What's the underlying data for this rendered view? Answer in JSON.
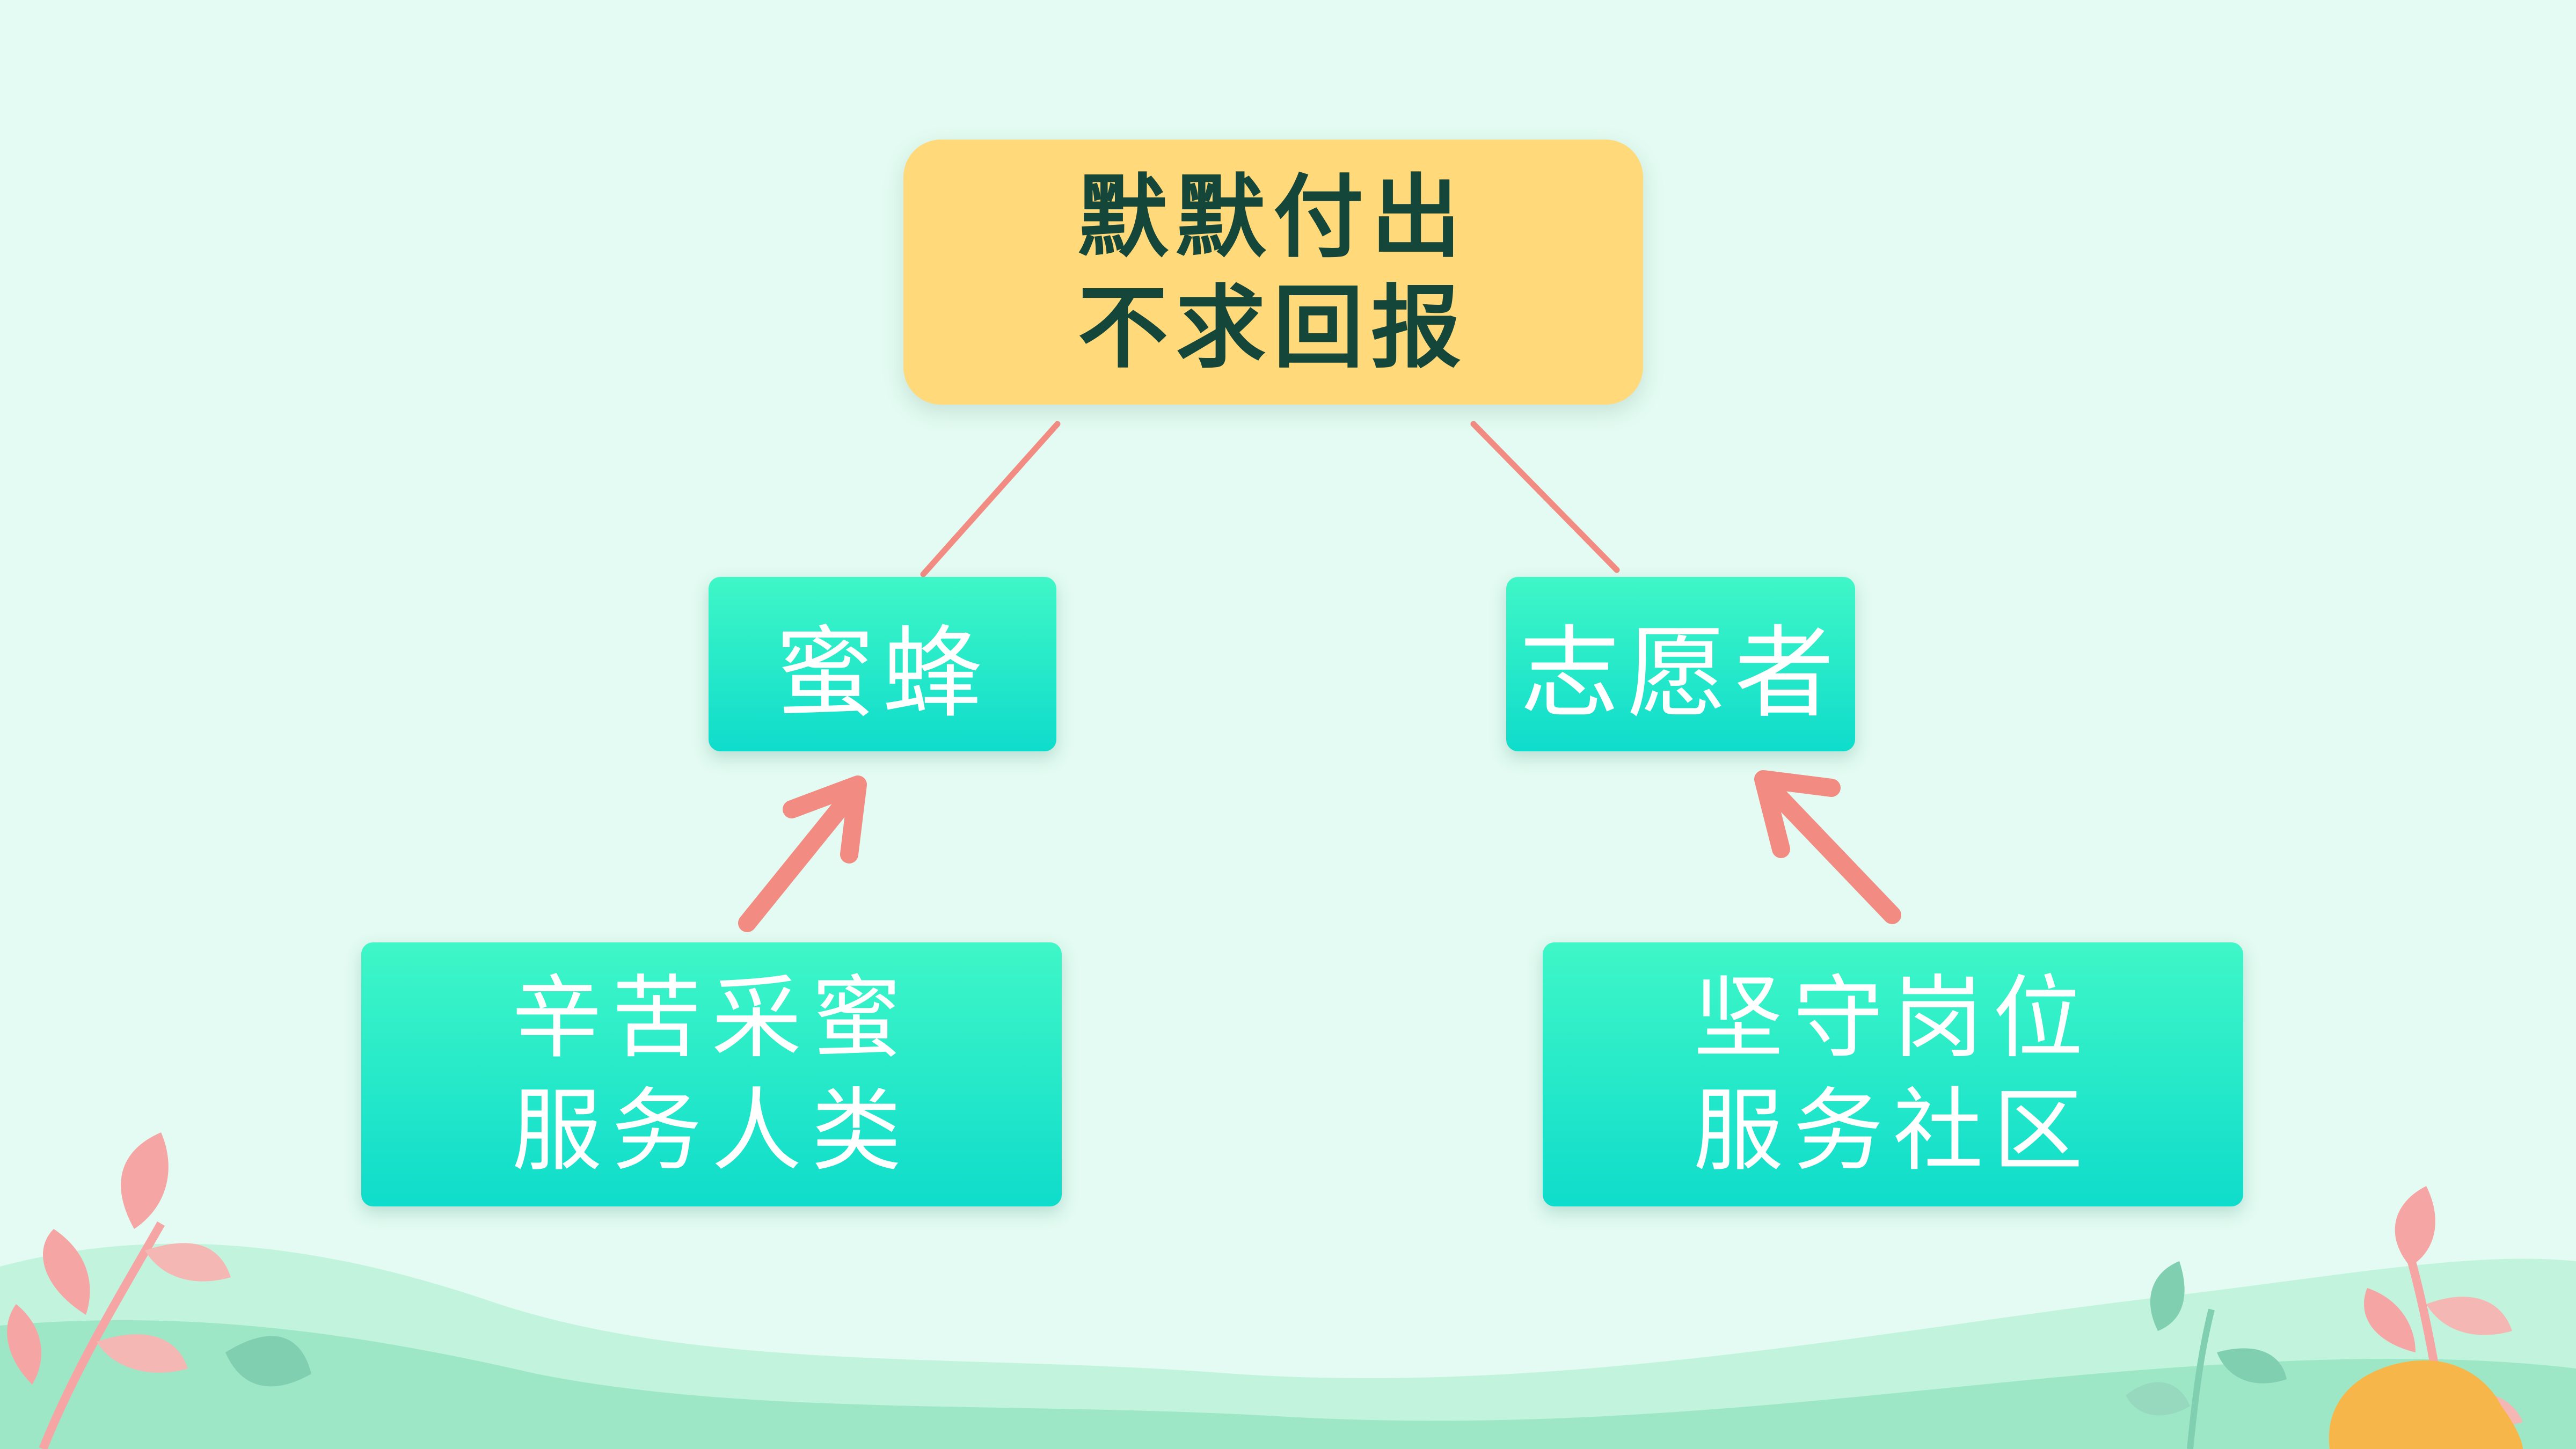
{
  "diagram": {
    "top": {
      "line1": "默默付出",
      "line2": "不求回报"
    },
    "mid_left": {
      "label": "蜜蜂"
    },
    "mid_right": {
      "label": "志愿者"
    },
    "bottom_left": {
      "line1": "辛苦采蜜",
      "line2": "服务人类"
    },
    "bottom_right": {
      "line1": "坚守岗位",
      "line2": "服务社区"
    }
  },
  "colors": {
    "background": "#e3fbf2",
    "top_box": "#ffd97a",
    "top_text": "#14463a",
    "teal_box": "#1ee6c8",
    "connector": "#f28b82",
    "hill_light": "#b4f0d6",
    "hill_mid": "#8fe3c0",
    "leaf_pink": "#f6a5a5",
    "leaf_green": "#7fcfb0",
    "leaf_orange": "#f7b64a"
  }
}
